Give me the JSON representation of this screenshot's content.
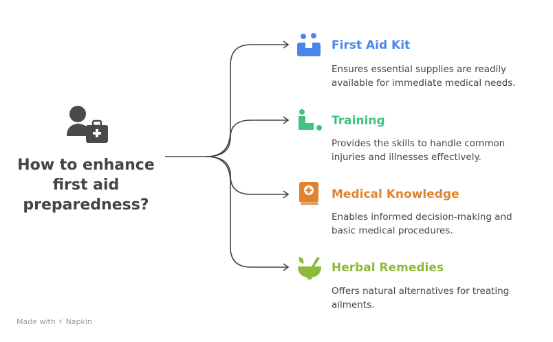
{
  "question": "How to enhance first aid preparedness?",
  "items": [
    {
      "title": "First Aid Kit",
      "desc": "Ensures essential supplies are readily available for immediate medical needs.",
      "color": "#4a86e8",
      "icon": "first-aid-kit-icon"
    },
    {
      "title": "Training",
      "desc": "Provides the skills to handle common injuries and illnesses effectively.",
      "color": "#3ec47e",
      "icon": "training-icon"
    },
    {
      "title": "Medical Knowledge",
      "desc": "Enables informed decision-making and basic medical procedures.",
      "color": "#e0822e",
      "icon": "medical-book-icon"
    },
    {
      "title": "Herbal Remedies",
      "desc": "Offers natural alternatives for treating ailments.",
      "color": "#8cbb3a",
      "icon": "mortar-pestle-icon"
    }
  ],
  "footer": "Made with ⚡ Napkin"
}
